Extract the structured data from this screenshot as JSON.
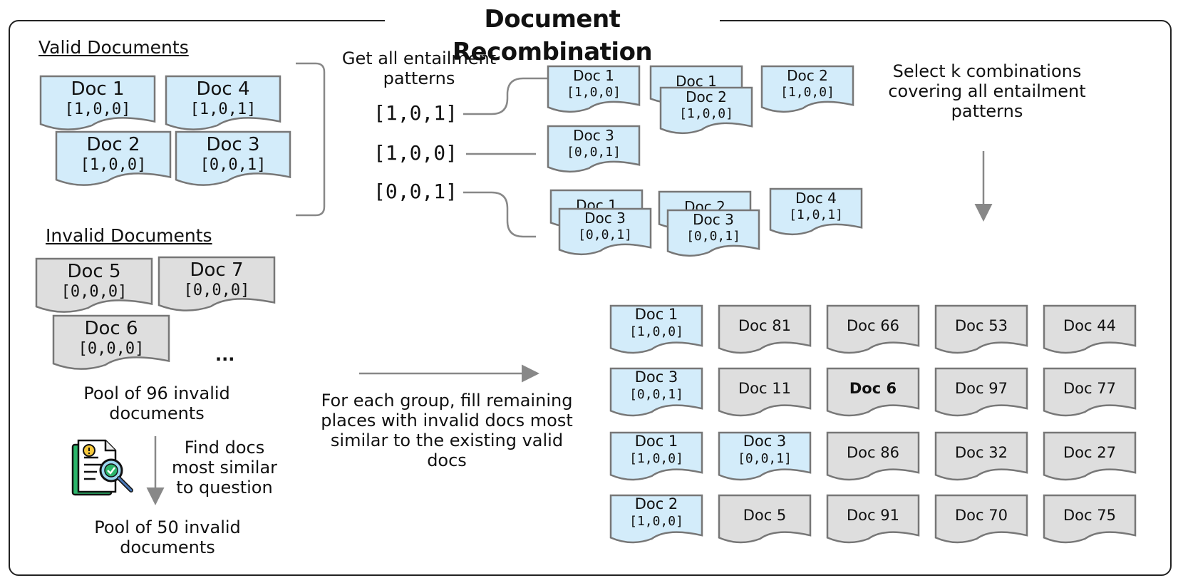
{
  "title": "Document Recombination",
  "colors": {
    "valid_fill": "#d3ecfa",
    "invalid_fill": "#dedede",
    "stroke": "#777777",
    "arrow": "#888888"
  },
  "sections": {
    "valid": "Valid Documents",
    "invalid": "Invalid Documents"
  },
  "valid_docs": [
    {
      "name": "Doc 1",
      "pattern": "[1,0,0]"
    },
    {
      "name": "Doc 4",
      "pattern": "[1,0,1]"
    },
    {
      "name": "Doc 2",
      "pattern": "[1,0,0]"
    },
    {
      "name": "Doc 3",
      "pattern": "[0,0,1]"
    }
  ],
  "invalid_docs": [
    {
      "name": "Doc 5",
      "pattern": "[0,0,0]"
    },
    {
      "name": "Doc 7",
      "pattern": "[0,0,0]"
    },
    {
      "name": "Doc 6",
      "pattern": "[0,0,0]"
    }
  ],
  "ellipsis": "...",
  "pool96": "Pool of 96 invalid documents",
  "find_docs": "Find docs most similar to question",
  "pool50": "Pool of 50 invalid documents",
  "entailment_label": "Get all entailment patterns",
  "patterns": [
    "[1,0,1]",
    "[1,0,0]",
    "[0,0,1]"
  ],
  "combos": [
    {
      "name": "Doc 1",
      "pattern": "[1,0,0]"
    },
    {
      "name": "Doc 1",
      "pattern": ""
    },
    {
      "name": "Doc 2",
      "pattern": "[1,0,0]"
    },
    {
      "name": "Doc 2",
      "pattern": "[1,0,0]"
    },
    {
      "name": "Doc 3",
      "pattern": "[0,0,1]"
    },
    {
      "name": "Doc 1",
      "pattern": ""
    },
    {
      "name": "Doc 3",
      "pattern": "[0,0,1]"
    },
    {
      "name": "Doc 2",
      "pattern": ""
    },
    {
      "name": "Doc 3",
      "pattern": "[0,0,1]"
    },
    {
      "name": "Doc 4",
      "pattern": "[1,0,1]"
    }
  ],
  "select_label": "Select k combinations covering all entailment patterns",
  "fill_label": "For each group, fill remaining places with invalid docs most similar to the existing valid docs",
  "grid": [
    [
      {
        "name": "Doc 1",
        "pattern": "[1,0,0]",
        "valid": true
      },
      {
        "name": "Doc 81",
        "pattern": "",
        "valid": false
      },
      {
        "name": "Doc 66",
        "pattern": "",
        "valid": false
      },
      {
        "name": "Doc 53",
        "pattern": "",
        "valid": false
      },
      {
        "name": "Doc 44",
        "pattern": "",
        "valid": false
      }
    ],
    [
      {
        "name": "Doc 3",
        "pattern": "[0,0,1]",
        "valid": true
      },
      {
        "name": "Doc 11",
        "pattern": "",
        "valid": false
      },
      {
        "name": "Doc 6",
        "pattern": "",
        "valid": false,
        "bold": true
      },
      {
        "name": "Doc 97",
        "pattern": "",
        "valid": false
      },
      {
        "name": "Doc 77",
        "pattern": "",
        "valid": false
      }
    ],
    [
      {
        "name": "Doc 1",
        "pattern": "[1,0,0]",
        "valid": true
      },
      {
        "name": "Doc 3",
        "pattern": "[0,0,1]",
        "valid": true
      },
      {
        "name": "Doc 86",
        "pattern": "",
        "valid": false
      },
      {
        "name": "Doc 32",
        "pattern": "",
        "valid": false
      },
      {
        "name": "Doc 27",
        "pattern": "",
        "valid": false
      }
    ],
    [
      {
        "name": "Doc 2",
        "pattern": "[1,0,0]",
        "valid": true
      },
      {
        "name": "Doc 5",
        "pattern": "",
        "valid": false
      },
      {
        "name": "Doc 91",
        "pattern": "",
        "valid": false
      },
      {
        "name": "Doc 70",
        "pattern": "",
        "valid": false
      },
      {
        "name": "Doc 75",
        "pattern": "",
        "valid": false
      }
    ]
  ]
}
